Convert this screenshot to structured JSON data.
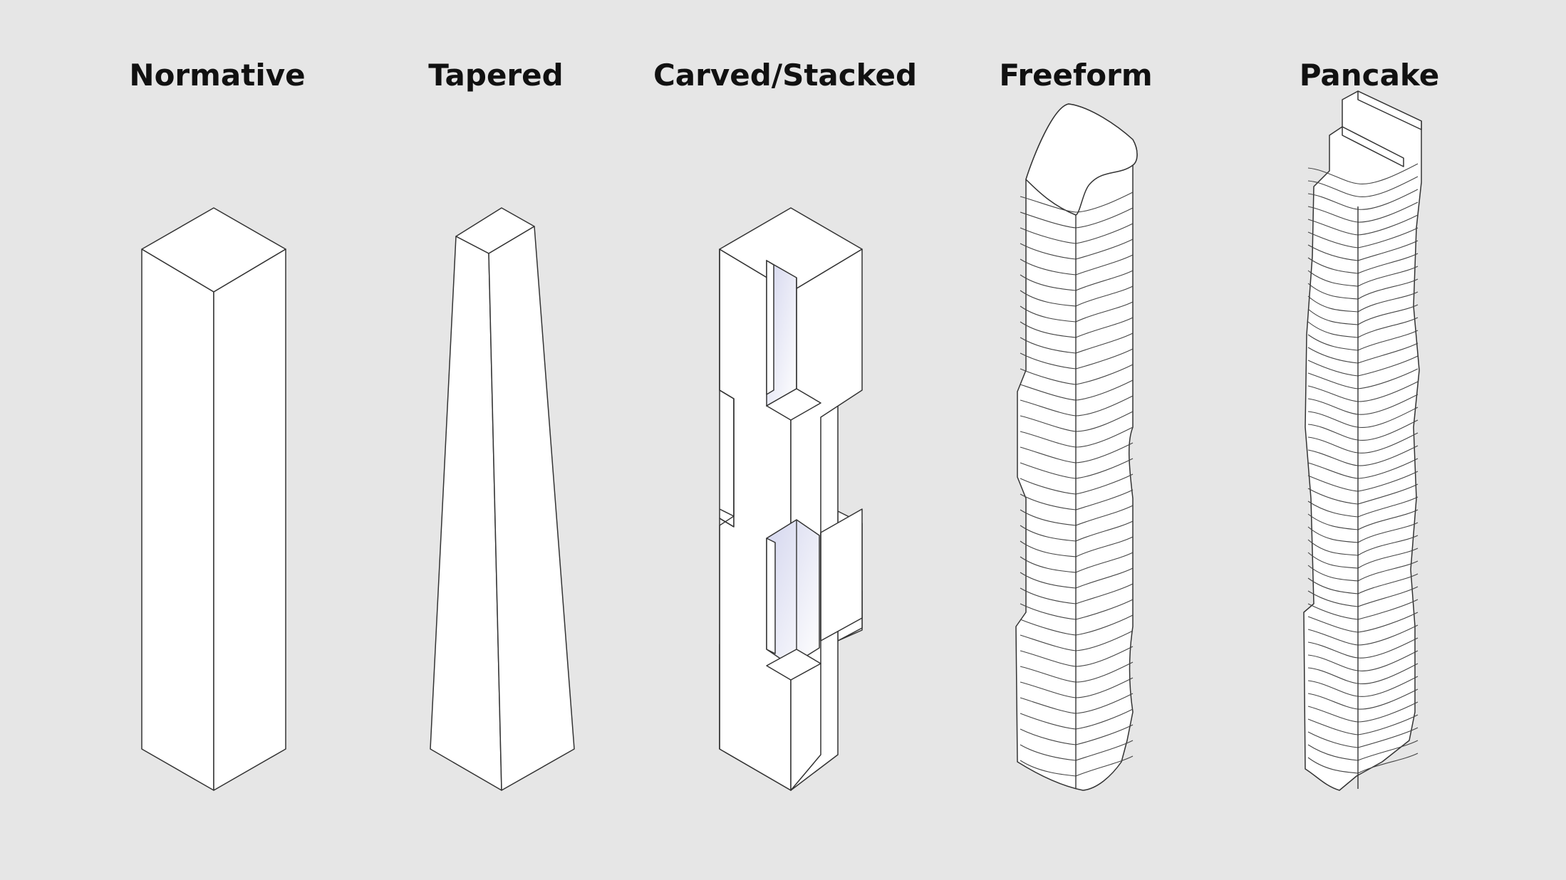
{
  "diagram": {
    "labels": [
      "Normative",
      "Tapered",
      "Carved/Stacked",
      "Freeform",
      "Pancake"
    ]
  }
}
